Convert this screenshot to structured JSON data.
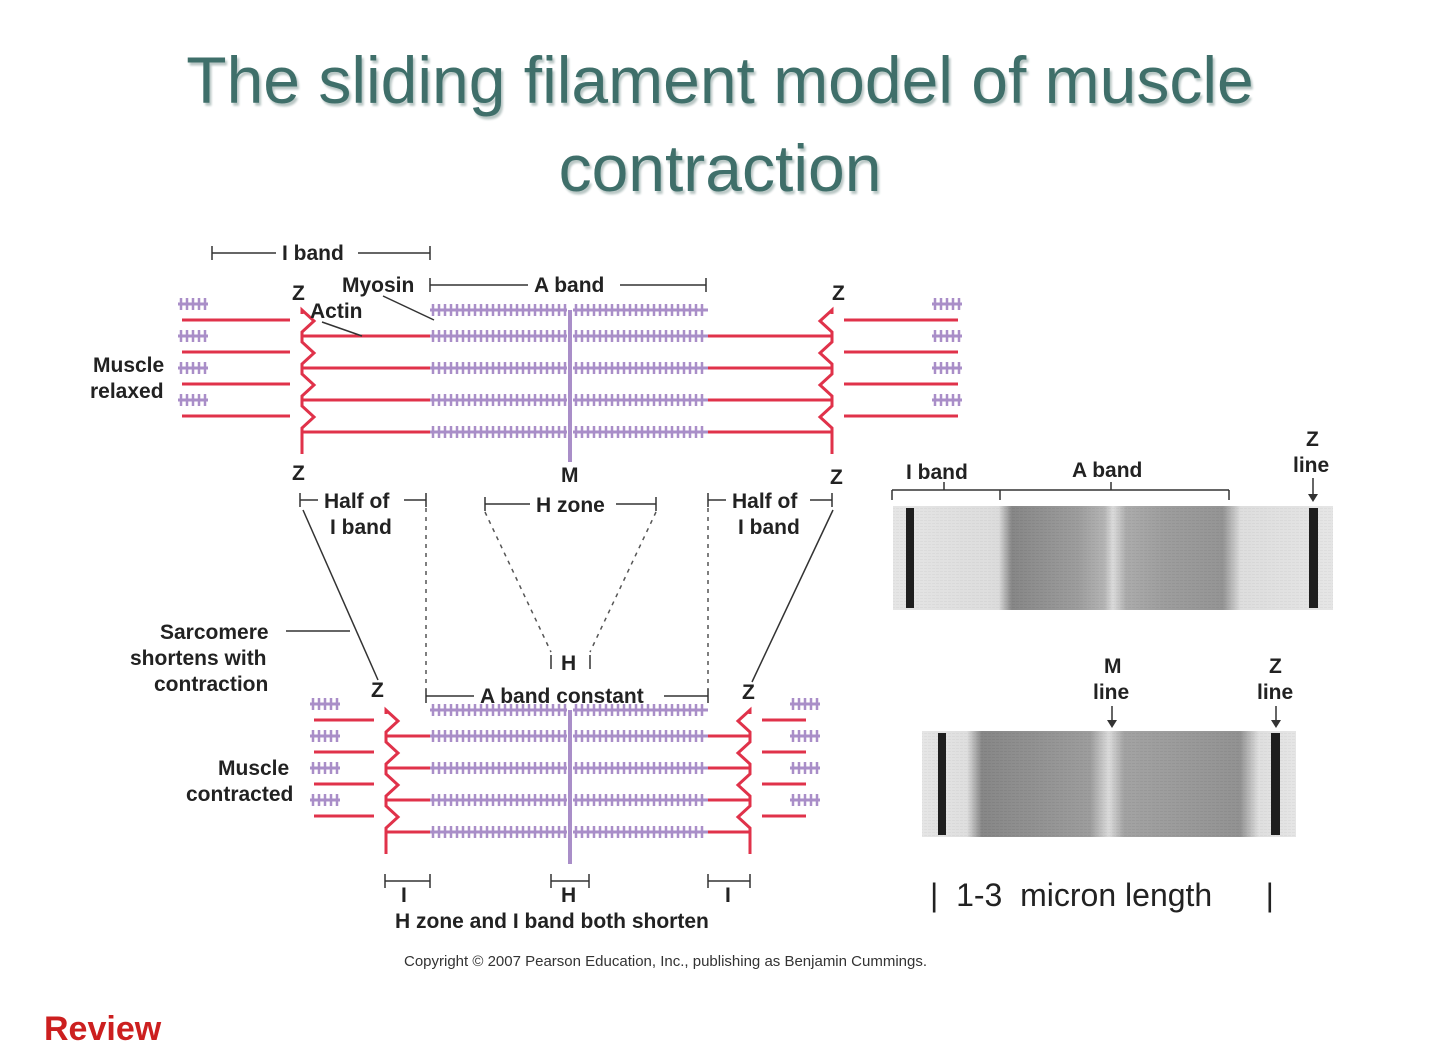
{
  "title": {
    "line1": "The sliding filament model of muscle",
    "line2": "contraction"
  },
  "labels": {
    "i_band_top": "I band",
    "z": "Z",
    "myosin": "Myosin",
    "actin": "Actin",
    "a_band": "A band",
    "muscle_relaxed_1": "Muscle",
    "muscle_relaxed_2": "relaxed",
    "m": "M",
    "half_of": "Half of",
    "i_band": "I band",
    "h_zone": "H zone",
    "sarcomere_1": "Sarcomere",
    "sarcomere_2": "shortens with",
    "sarcomere_3": "contraction",
    "h": "H",
    "a_band_constant": "A band constant",
    "muscle_contracted_1": "Muscle",
    "muscle_contracted_2": "contracted",
    "i": "I",
    "h_zone_i_band": "H zone and I band both shorten"
  },
  "micrograph_labels": {
    "i_band": "I band",
    "a_band": "A band",
    "z": "Z",
    "line": "line",
    "m": "M",
    "length": "|  1-3  micron length      |"
  },
  "copyright": "Copyright © 2007 Pearson Education, Inc., publishing as Benjamin Cummings.",
  "footer": {
    "review": "Review"
  },
  "colors": {
    "title": "#3f6f6a",
    "actin": "#e0324a",
    "myosin": "#a98ec8",
    "review": "#cc1f1f"
  }
}
